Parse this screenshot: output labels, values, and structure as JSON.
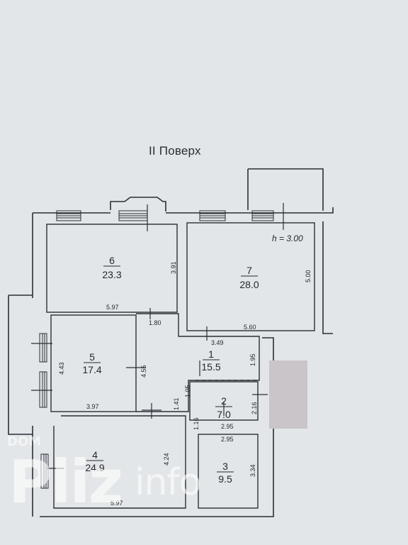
{
  "title": "II Поверх",
  "ceiling_height": "h = 3.00",
  "rooms": [
    {
      "number": "6",
      "area": "23.3"
    },
    {
      "number": "7",
      "area": "28.0"
    },
    {
      "number": "5",
      "area": "17.4"
    },
    {
      "number": "1",
      "area": "15.5"
    },
    {
      "number": "2",
      "area": "7.0"
    },
    {
      "number": "4",
      "area": "24.9"
    },
    {
      "number": "3",
      "area": "9.5"
    }
  ],
  "dimensions": [
    "3.91",
    "5.97",
    "5.00",
    "5.60",
    "1.80",
    "3.49",
    "4.43",
    "4.55",
    "1.95",
    "3.97",
    "1.41",
    "1.05",
    "2.16",
    "1.16",
    "2.95",
    "2.95",
    "4.24",
    "3.34",
    "5.97"
  ],
  "watermark": {
    "tag": "DOM",
    "brand": "Pliz",
    "suffix": "info"
  },
  "colors": {
    "paper": "#e3e6e8",
    "line": "#2b2f36",
    "text": "#24272d"
  }
}
